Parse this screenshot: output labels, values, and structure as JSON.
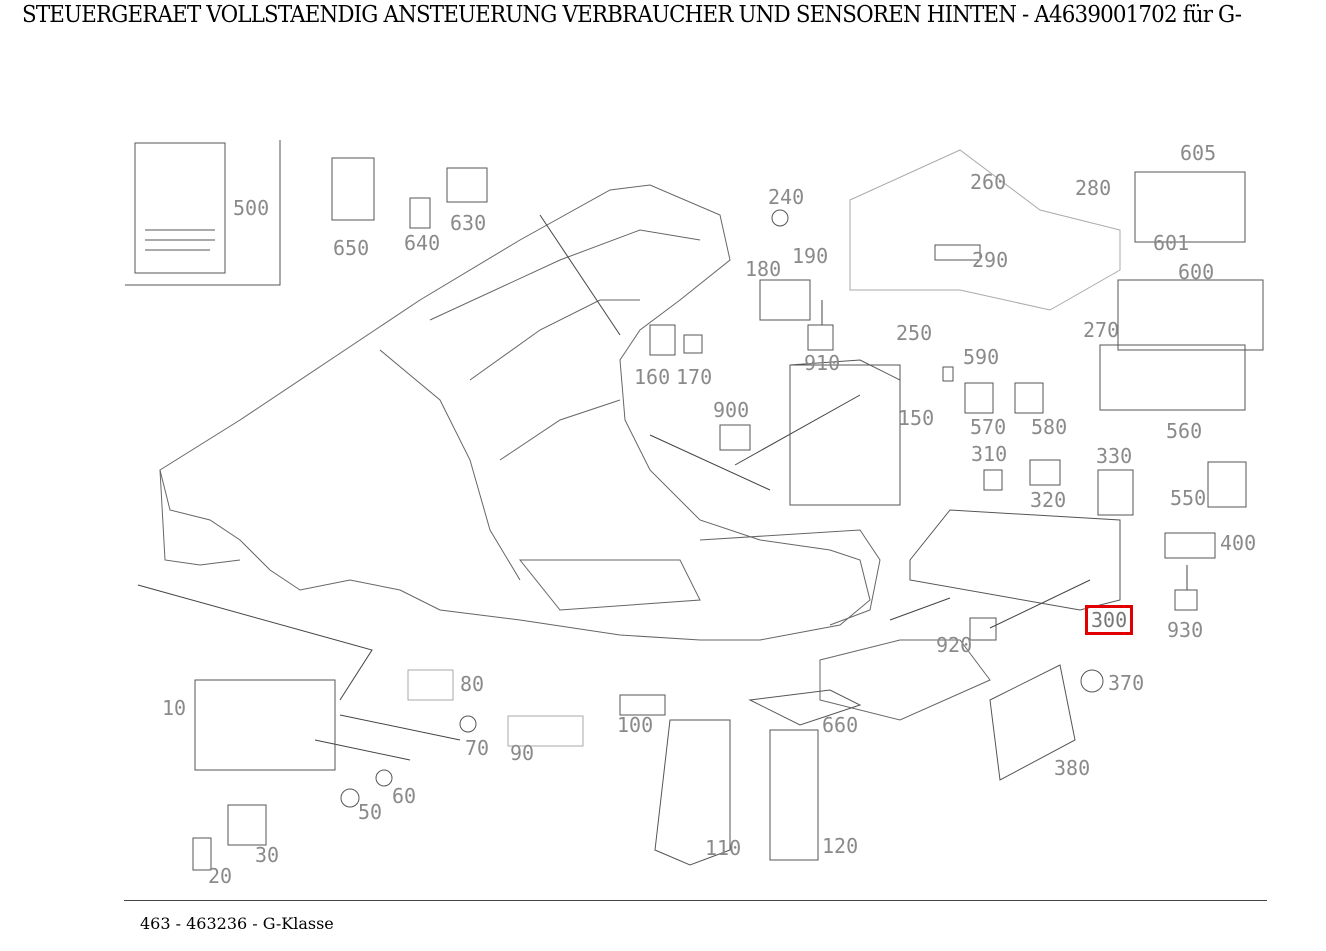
{
  "title": "STEUERGERAET VOLLSTAENDIG ANSTEUERUNG VERBRAUCHER UND SENSOREN HINTEN - A4639001702 für G-",
  "footer": "463 - 463236 - G-Klasse",
  "highlight_color": "#e00000",
  "highlighted_part": "300",
  "parts": [
    "500",
    "650",
    "640",
    "630",
    "240",
    "190",
    "180",
    "260",
    "280",
    "605",
    "601",
    "290",
    "600",
    "250",
    "270",
    "910",
    "590",
    "160",
    "170",
    "900",
    "150",
    "570",
    "580",
    "560",
    "310",
    "330",
    "550",
    "320",
    "400",
    "300",
    "930",
    "920",
    "80",
    "370",
    "10",
    "100",
    "660",
    "70",
    "90",
    "380",
    "60",
    "50",
    "110",
    "120",
    "30",
    "20"
  ]
}
